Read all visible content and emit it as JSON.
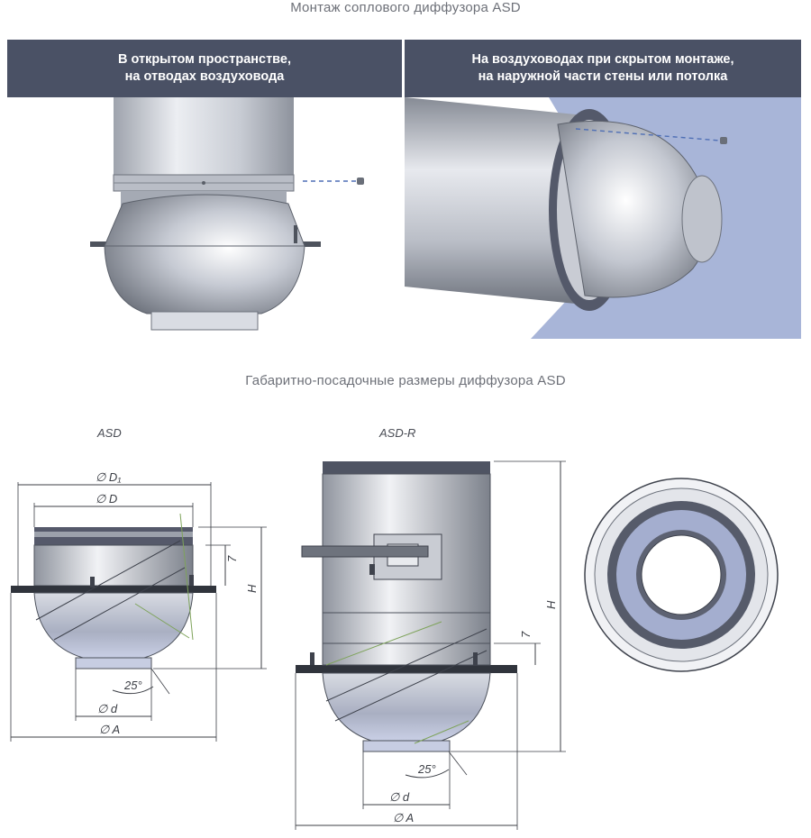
{
  "page": {
    "title_top": "Монтаж  соплового диффузора ASD",
    "title_dims": "Габаритно-посадочные размеры диффузора ASD"
  },
  "panels": [
    {
      "line1": "В открытом пространстве,",
      "line2": "на отводах воздуховода"
    },
    {
      "line1": "На воздуховодах при скрытом монтаже,",
      "line2": "на наружной части стены или потолка"
    }
  ],
  "drawings": {
    "asd": {
      "label": "ASD",
      "dims": {
        "d1": "∅ D₁",
        "d": "∅ D",
        "seven": "7",
        "h": "H",
        "angle": "25°",
        "small_d": "∅ d",
        "a": "∅ A"
      }
    },
    "asd_r": {
      "label": "ASD-R",
      "dims": {
        "h": "H",
        "seven": "7",
        "angle": "25°",
        "small_d": "∅ d",
        "a": "∅ A"
      }
    }
  },
  "colors": {
    "header_bg": "#4a5165",
    "wall_blue": "#a6b4d8",
    "metal_light": "#e8eaf0",
    "metal_dark": "#8a8f99",
    "bottom_blue": "#c7cde2"
  }
}
